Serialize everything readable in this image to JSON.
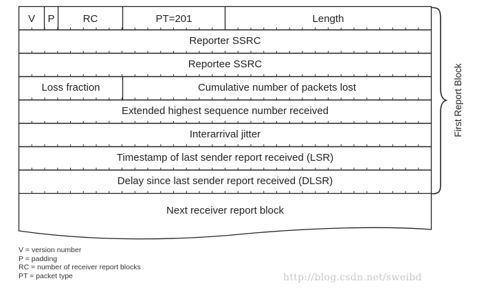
{
  "header": {
    "v": "V",
    "p": "P",
    "rc": "RC",
    "pt": "PT=201",
    "length": "Length"
  },
  "rows": {
    "reporter_ssrc": "Reporter SSRC",
    "reportee_ssrc": "Reportee SSRC",
    "loss_fraction": "Loss fraction",
    "cumulative_lost": "Cumulative number of packets lost",
    "ext_highest_seq": "Extended highest sequence number received",
    "jitter": "Interarrival jitter",
    "lsr": "Timestamp of last sender report received (LSR)",
    "dlsr": "Delay since last sender report received (DLSR)",
    "next_block": "Next receiver report block"
  },
  "brace_label": "First Report Block",
  "legend": [
    "V = version number",
    "P = padding",
    "RC = number of receiver report blocks",
    "PT = packet type"
  ],
  "watermark": "http://blog.csdn.net/sweibd"
}
